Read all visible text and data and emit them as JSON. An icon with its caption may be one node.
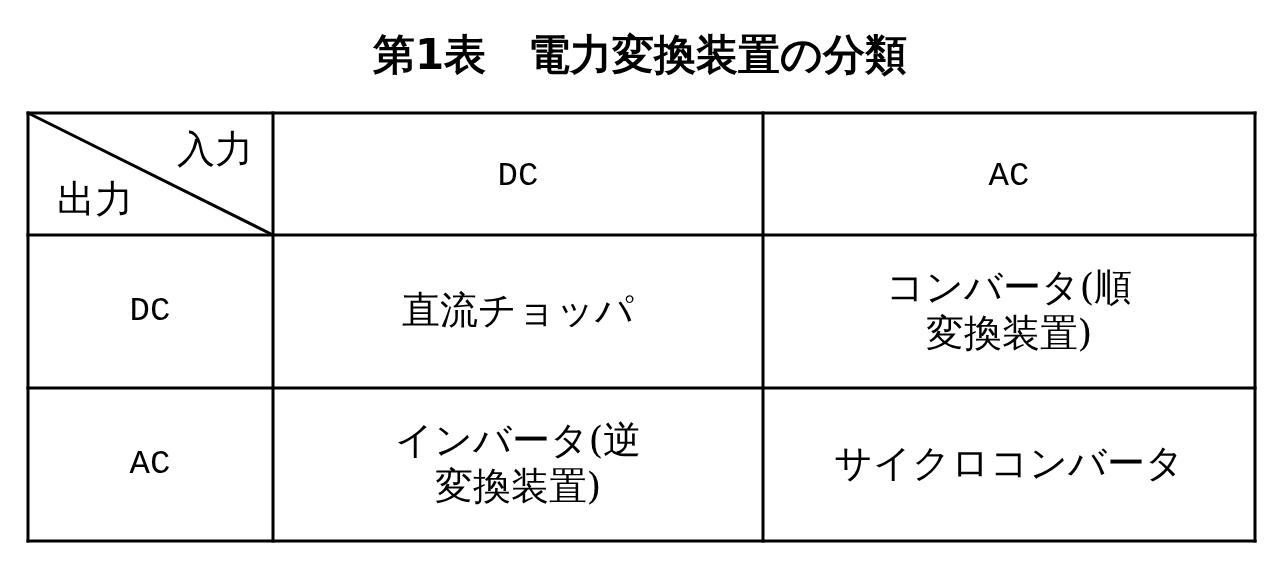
{
  "diagram": {
    "title": "第1表　電力変換装置の分類",
    "labels": [
      "入力",
      "出力",
      "DC",
      "AC",
      "DC",
      "直流チョッパ",
      "コンバータ(順変換装置)",
      "AC",
      "インバータ(逆変換装置)",
      "サイクロコンバータ"
    ]
  }
}
